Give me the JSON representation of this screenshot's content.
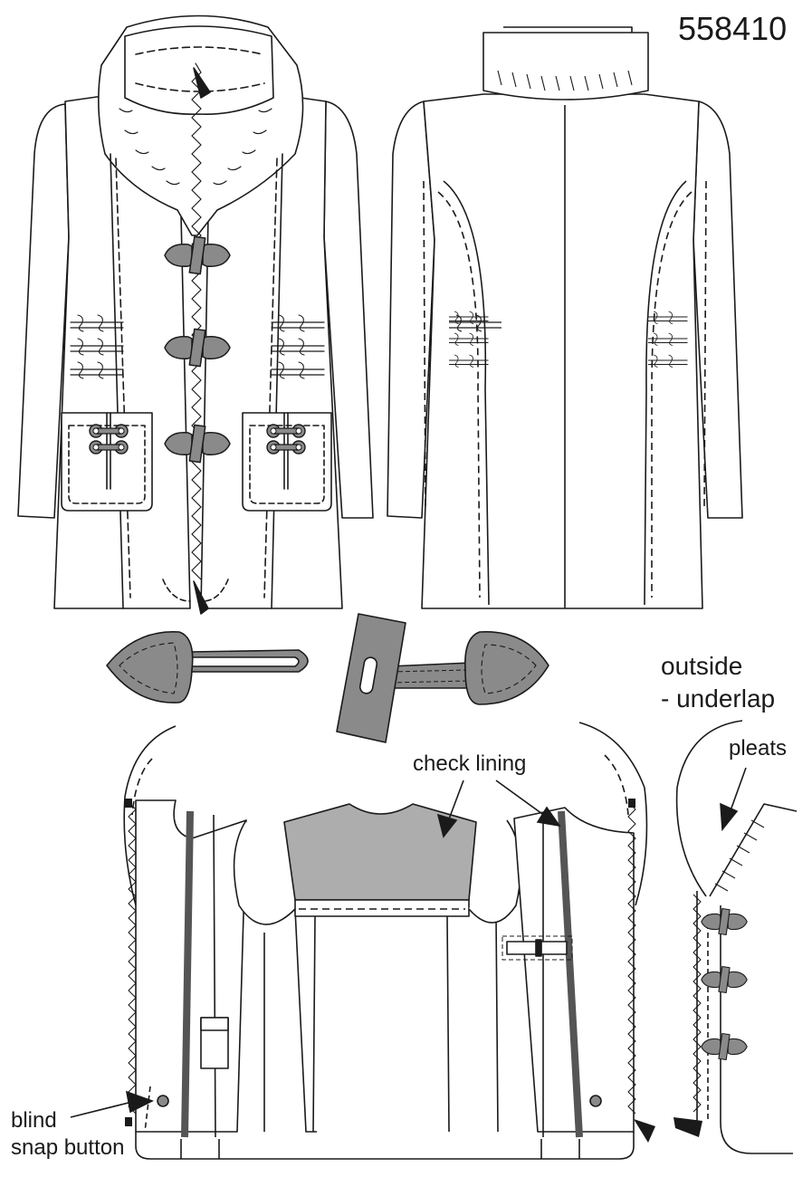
{
  "sheet": {
    "style_number": "558410",
    "labels": {
      "outside": "outside",
      "underlap": "- underlap",
      "pleats": "pleats",
      "check_lining": "check lining",
      "blind": "blind",
      "snap_button": "snap button"
    }
  },
  "colors": {
    "outline": "#1a1a1a",
    "toggle_fill": "#8a8a8a",
    "lining_fill": "#adadad",
    "zipper_strip": "#555555",
    "background": "#ffffff"
  },
  "icons": [
    "toggle-button-icon",
    "zipper-icon",
    "snap-button-icon",
    "arrow-icon"
  ]
}
